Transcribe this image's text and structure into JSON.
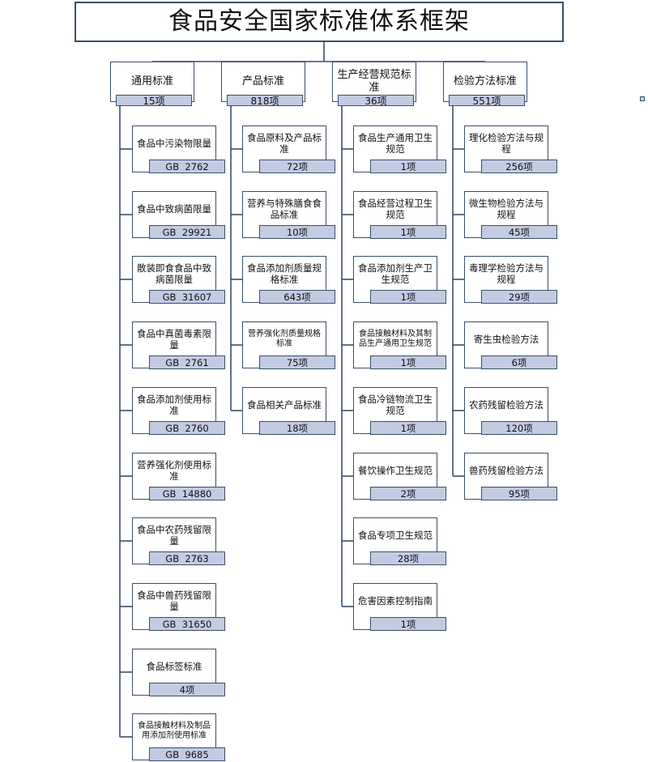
{
  "title": "食品安全国家标准体系框架",
  "colors": {
    "line": "#3a4f6b",
    "badge_fill": "#c3cbe2",
    "box_fill": "#ffffff"
  },
  "columns": [
    {
      "name": "通用标准",
      "count": "15项",
      "items": [
        {
          "label": "食品中污染物限量",
          "code": "GB  2762"
        },
        {
          "label": "食品中致病菌限量",
          "code": "GB  29921"
        },
        {
          "label": "散装即食食品中致病菌限量",
          "code": "GB  31607"
        },
        {
          "label": "食品中真菌毒素限量",
          "code": "GB  2761"
        },
        {
          "label": "食品添加剂使用标准",
          "code": "GB  2760"
        },
        {
          "label": "营养强化剂使用标准",
          "code": "GB  14880"
        },
        {
          "label": "食品中农药残留限量",
          "code": "GB  2763"
        },
        {
          "label": "食品中兽药残留限量",
          "code": "GB  31650"
        },
        {
          "label": "食品标签标准",
          "code": "4项"
        },
        {
          "label": "食品接触材料及制品用添加剂使用标准",
          "code": "GB  9685",
          "small": true
        }
      ]
    },
    {
      "name": "产品标准",
      "count": "818项",
      "items": [
        {
          "label": "食品原料及产品标准",
          "code": "72项"
        },
        {
          "label": "营养与特殊膳食食品标准",
          "code": "10项"
        },
        {
          "label": "食品添加剂质量规格标准",
          "code": "643项"
        },
        {
          "label": "营养强化剂质量规格标准",
          "code": "75项",
          "small": true
        },
        {
          "label": "食品相关产品标准",
          "code": "18项"
        }
      ]
    },
    {
      "name": "生产经营规范标准",
      "count": "36项",
      "items": [
        {
          "label": "食品生产通用卫生规范",
          "code": "1项"
        },
        {
          "label": "食品经营过程卫生规范",
          "code": "1项"
        },
        {
          "label": "食品添加剂生产卫生规范",
          "code": "1项"
        },
        {
          "label": "食品接触材料及其制品生产通用卫生规范",
          "code": "1项",
          "small": true
        },
        {
          "label": "食品冷链物流卫生规范",
          "code": "1项"
        },
        {
          "label": "餐饮操作卫生规范",
          "code": "2项"
        },
        {
          "label": "食品专项卫生规范",
          "code": "28项"
        },
        {
          "label": "危害因素控制指南",
          "code": "1项"
        }
      ]
    },
    {
      "name": "检验方法标准",
      "count": "551项",
      "items": [
        {
          "label": "理化检验方法与规程",
          "code": "256项"
        },
        {
          "label": "微生物检验方法与规程",
          "code": "45项"
        },
        {
          "label": "毒理学检验方法与规程",
          "code": "29项"
        },
        {
          "label": "寄生虫检验方法",
          "code": "6项"
        },
        {
          "label": "农药残留检验方法",
          "code": "120项"
        },
        {
          "label": "兽药残留检验方法",
          "code": "95项"
        }
      ]
    }
  ]
}
